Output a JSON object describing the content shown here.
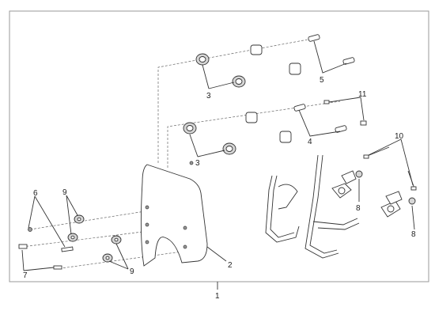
{
  "callouts": {
    "c1": "1",
    "c2": "2",
    "c3a": "3",
    "c3b": "3",
    "c4": "4",
    "c5": "5",
    "c6": "6",
    "c7": "7",
    "c8a": "8",
    "c8b": "8",
    "c9a": "9",
    "c9b": "9",
    "c10": "10",
    "c11": "11"
  }
}
